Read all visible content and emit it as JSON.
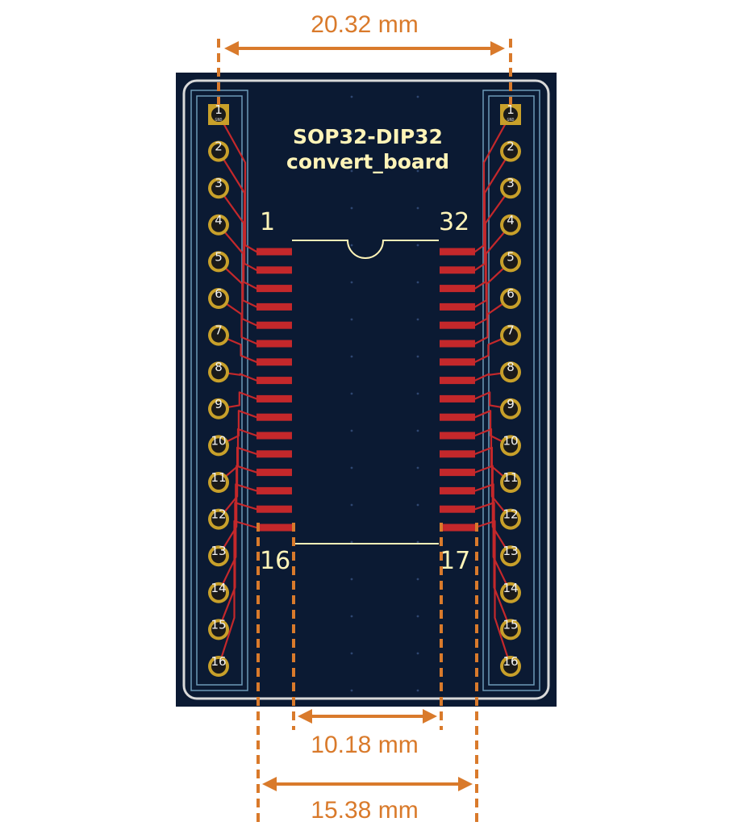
{
  "colors": {
    "board": "#0b1a33",
    "edge_cuts": "#d9d9d9",
    "courtyard": "#6d99b8",
    "copper": "#c4282b",
    "silk": "#fff4b8",
    "pad_ring": "#c8a02a",
    "pad_hole": "#1a1a1a",
    "dimension": "#d97a2b"
  },
  "dimensions": {
    "top": "20.32 mm",
    "inner_bottom": "10.18 mm",
    "outer_bottom": "15.38 mm"
  },
  "silkscreen": {
    "title_line1": "SOP32-DIP32",
    "title_line2": "convert_board",
    "pin_label_1": "1",
    "pin_label_32": "32",
    "pin_label_16": "16",
    "pin_label_17": "17"
  },
  "header_pins": [
    "1",
    "2",
    "3",
    "4",
    "5",
    "6",
    "7",
    "8",
    "9",
    "10",
    "11",
    "12",
    "13",
    "14",
    "15",
    "16"
  ],
  "pin1_net": "GND"
}
